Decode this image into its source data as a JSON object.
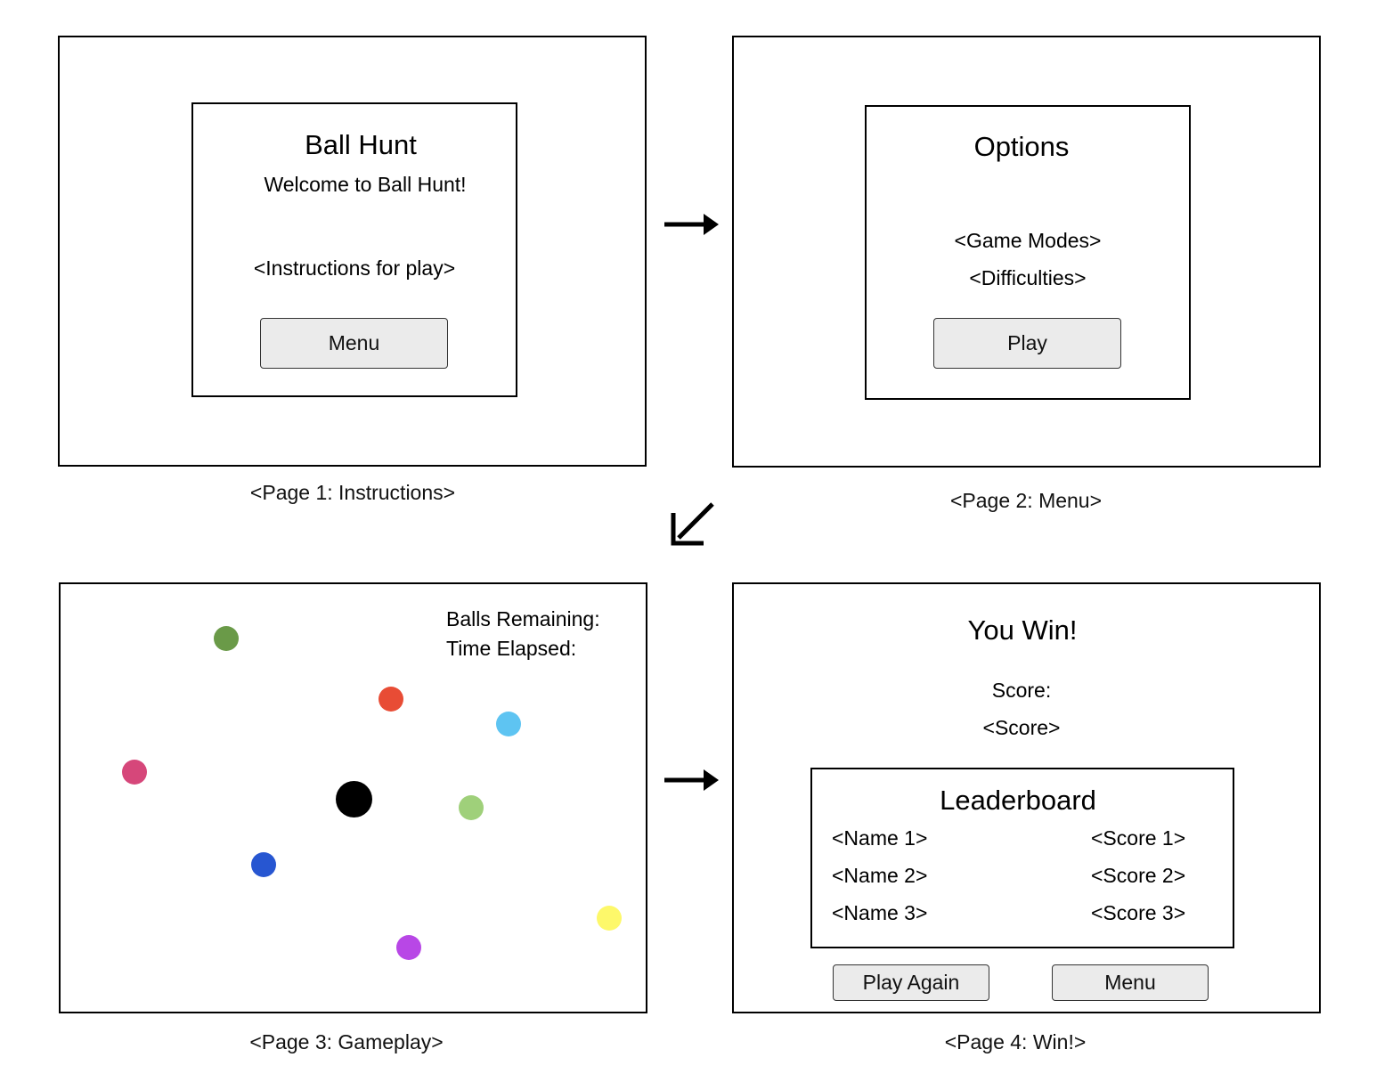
{
  "page1": {
    "title": "Ball Hunt",
    "welcome": "Welcome to Ball Hunt!",
    "instructions": "<Instructions for play>",
    "menu_button": "Menu",
    "caption": "<Page 1: Instructions>"
  },
  "page2": {
    "title": "Options",
    "game_modes": "<Game Modes>",
    "difficulties": "<Difficulties>",
    "play_button": "Play",
    "caption": "<Page 2: Menu>"
  },
  "page3": {
    "balls_remaining": "Balls Remaining:",
    "time_elapsed": "Time Elapsed:",
    "caption": "<Page 3: Gameplay>",
    "balls": [
      {
        "color": "#6a9a48"
      },
      {
        "color": "#e84c35"
      },
      {
        "color": "#5ec4f2"
      },
      {
        "color": "#d6477a"
      },
      {
        "color": "#000000"
      },
      {
        "color": "#9fd07a"
      },
      {
        "color": "#2756d1"
      },
      {
        "color": "#fdf86a"
      },
      {
        "color": "#b847e6"
      }
    ]
  },
  "page4": {
    "title": "You Win!",
    "score_label": "Score:",
    "score_value": "<Score>",
    "leaderboard": {
      "title": "Leaderboard",
      "rows": [
        {
          "name": "<Name 1>",
          "score": "<Score 1>"
        },
        {
          "name": "<Name 2>",
          "score": "<Score 2>"
        },
        {
          "name": "<Name 3>",
          "score": "<Score 3>"
        }
      ]
    },
    "play_again_button": "Play Again",
    "menu_button": "Menu",
    "caption": "<Page 4: Win!>"
  }
}
